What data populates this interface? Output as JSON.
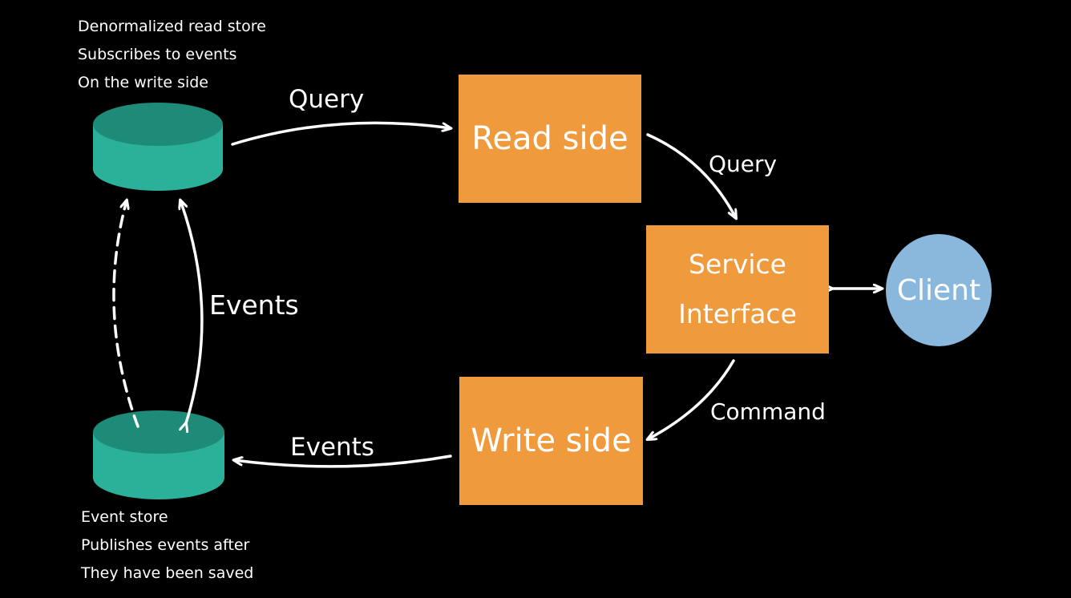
{
  "read_store": {
    "notes": [
      "Denormalized read store",
      "Subscribes to events",
      "On the write side"
    ],
    "color": "#2bb09a"
  },
  "event_store": {
    "notes": [
      "Event store",
      "Publishes events after",
      "They have been saved"
    ],
    "color": "#2bb09a"
  },
  "nodes": {
    "read_side": "Read side",
    "write_side": "Write side",
    "service_interface": [
      "Service",
      "Interface"
    ],
    "client": "Client"
  },
  "edges": {
    "query_top": "Query",
    "query_right": "Query",
    "command": "Command",
    "events_bottom": "Events",
    "events_left": "Events"
  },
  "colors": {
    "background": "#000000",
    "box": "#f09a3e",
    "client": "#8ab8dc",
    "arrow": "#ffffff"
  }
}
